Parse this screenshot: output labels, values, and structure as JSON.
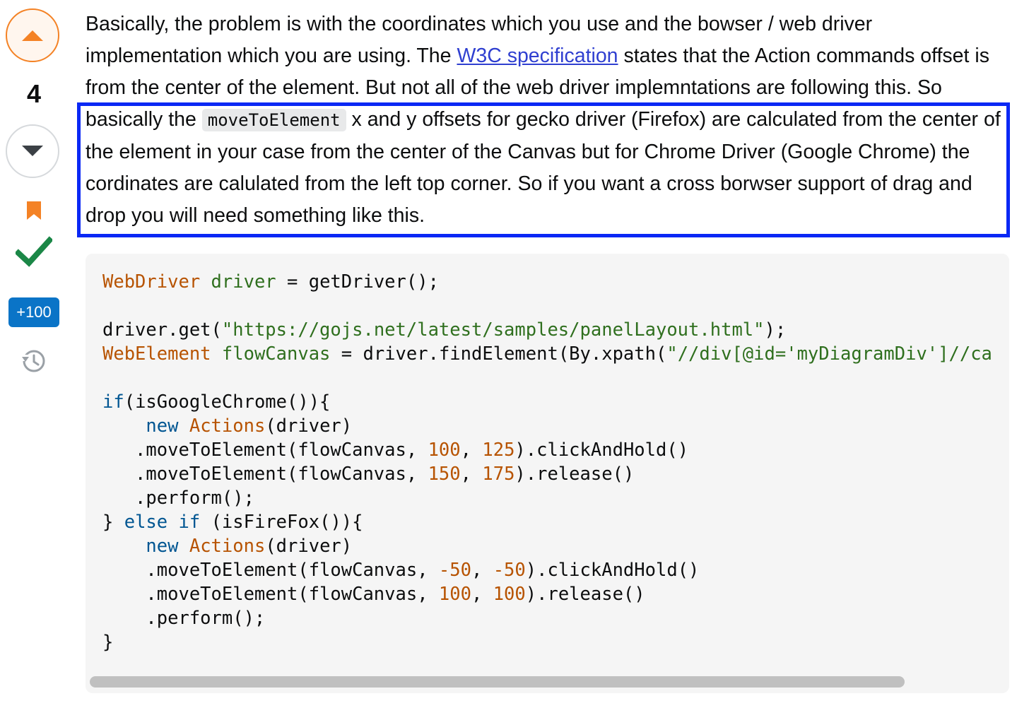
{
  "vote": {
    "score": "4",
    "bounty": "+100"
  },
  "post": {
    "p1_before_link": "Basically, the problem is with the coordinates which you use and the bowser / web driver implementation which you are using. The ",
    "link_text": "W3C specification",
    "p1_after_link": " states that the Action commands offset is from the center of the element. But not all of the web driver implemntations are following this. So basically the ",
    "inline_code": "moveToElement",
    "p1_end": " x and y offsets for gecko driver (Firefox) are calculated from the center of the element in your case from the center of the Canvas but for Chrome Driver (Google Chrome) the cordinates are calulated from the left top corner. So if you want a cross borwser support of drag and drop you will need something like this."
  },
  "code": {
    "lines": [
      [
        {
          "t": "WebDriver",
          "c": "type"
        },
        {
          "t": " "
        },
        {
          "t": "driver",
          "c": "var"
        },
        {
          "t": " = getDriver();"
        }
      ],
      [],
      [
        {
          "t": "driver.get("
        },
        {
          "t": "\"https://gojs.net/latest/samples/panelLayout.html\"",
          "c": "str"
        },
        {
          "t": ");"
        }
      ],
      [
        {
          "t": "WebElement",
          "c": "type"
        },
        {
          "t": " "
        },
        {
          "t": "flowCanvas",
          "c": "var"
        },
        {
          "t": " = driver.findElement(By.xpath("
        },
        {
          "t": "\"//div[@id='myDiagramDiv']//ca",
          "c": "str"
        }
      ],
      [],
      [
        {
          "t": "if",
          "c": "kw"
        },
        {
          "t": "(isGoogleChrome()){"
        }
      ],
      [
        {
          "t": "    "
        },
        {
          "t": "new",
          "c": "kw"
        },
        {
          "t": " "
        },
        {
          "t": "Actions",
          "c": "type"
        },
        {
          "t": "(driver)"
        }
      ],
      [
        {
          "t": "   .moveToElement(flowCanvas, "
        },
        {
          "t": "100",
          "c": "num"
        },
        {
          "t": ", "
        },
        {
          "t": "125",
          "c": "num"
        },
        {
          "t": ").clickAndHold()"
        }
      ],
      [
        {
          "t": "   .moveToElement(flowCanvas, "
        },
        {
          "t": "150",
          "c": "num"
        },
        {
          "t": ", "
        },
        {
          "t": "175",
          "c": "num"
        },
        {
          "t": ").release()"
        }
      ],
      [
        {
          "t": "   .perform();"
        }
      ],
      [
        {
          "t": "} "
        },
        {
          "t": "else",
          "c": "kw"
        },
        {
          "t": " "
        },
        {
          "t": "if",
          "c": "kw"
        },
        {
          "t": " (isFireFox()){"
        }
      ],
      [
        {
          "t": "    "
        },
        {
          "t": "new",
          "c": "kw"
        },
        {
          "t": " "
        },
        {
          "t": "Actions",
          "c": "type"
        },
        {
          "t": "(driver)"
        }
      ],
      [
        {
          "t": "    .moveToElement(flowCanvas, "
        },
        {
          "t": "-50",
          "c": "num"
        },
        {
          "t": ", "
        },
        {
          "t": "-50",
          "c": "num"
        },
        {
          "t": ").clickAndHold()"
        }
      ],
      [
        {
          "t": "    .moveToElement(flowCanvas, "
        },
        {
          "t": "100",
          "c": "num"
        },
        {
          "t": ", "
        },
        {
          "t": "100",
          "c": "num"
        },
        {
          "t": ").release()"
        }
      ],
      [
        {
          "t": "    .perform();"
        }
      ],
      [
        {
          "t": "}"
        }
      ]
    ]
  },
  "icons": {
    "upvote": "arrow-up-icon",
    "downvote": "arrow-down-icon",
    "bookmark": "bookmark-icon",
    "accepted": "checkmark-icon",
    "history": "history-icon"
  },
  "colors": {
    "upvote_accent": "#f48225",
    "bookmark": "#f48225",
    "accepted": "#1b8747",
    "bounty_bg": "#0a74c7",
    "highlight_border": "#0a28f5",
    "link": "#2f3fd0"
  },
  "scroll": {
    "horizontal_visible_fraction": 0.89
  }
}
